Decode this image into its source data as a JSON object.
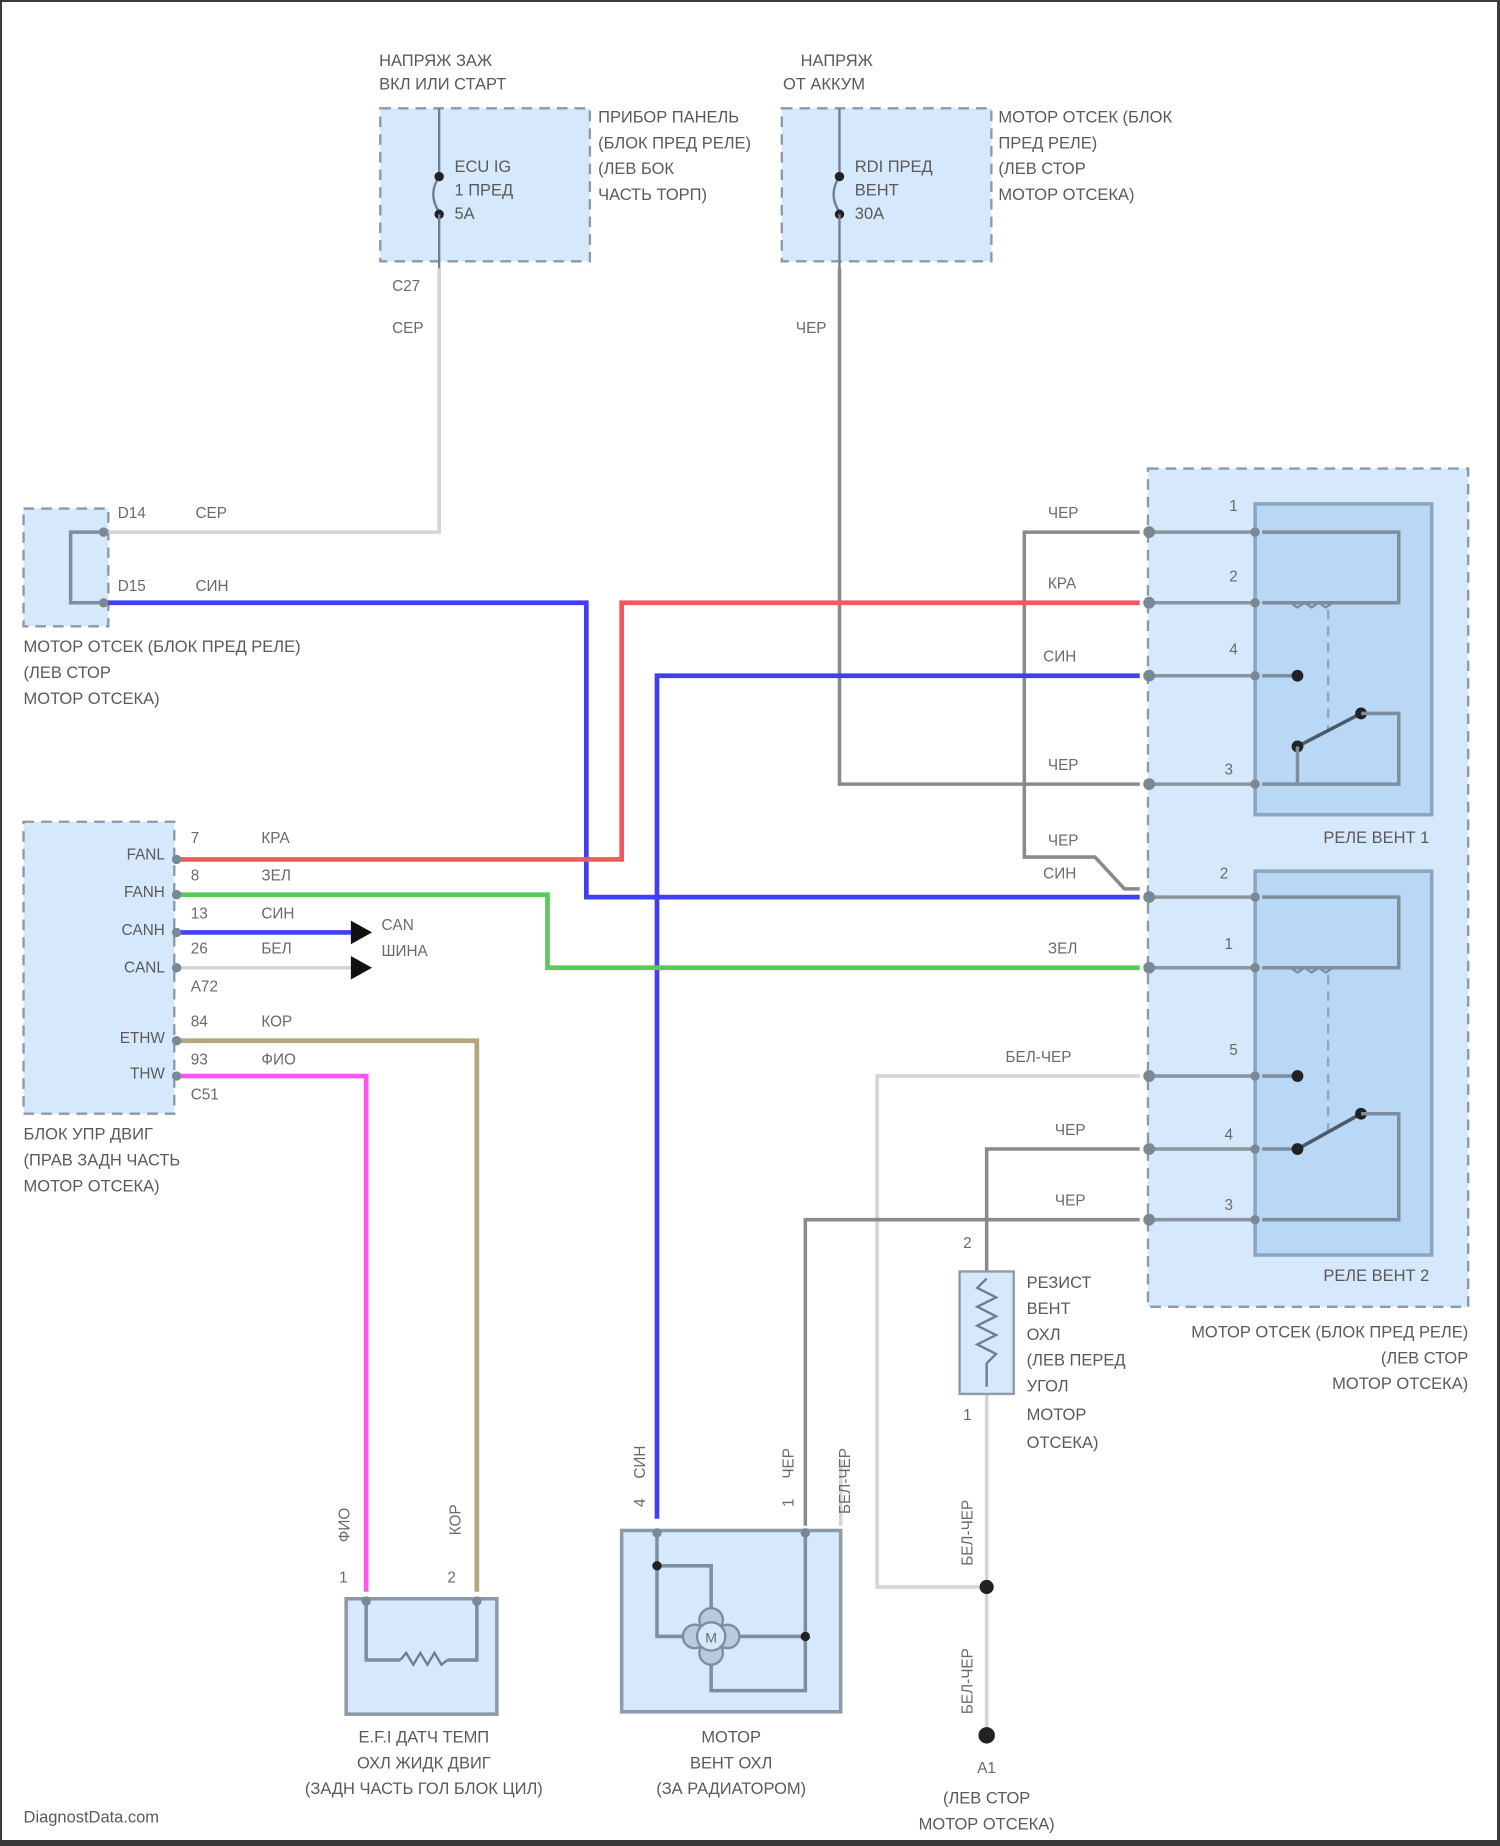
{
  "footer": {
    "watermark": "DiagnostData.com"
  },
  "components": {
    "fuse_ecu": {
      "supply": [
        "НАПРЯЖ ЗАЖ",
        "ВКЛ ИЛИ СТАРТ"
      ],
      "name": [
        "ECU IG",
        "1 ПРЕД",
        "5A"
      ],
      "location": [
        "ПРИБОР ПАНЕЛЬ",
        "(БЛОК ПРЕД РЕЛЕ)",
        "(ЛЕВ БОК",
        "ЧАСТЬ ТОРП)"
      ],
      "connector": "C27",
      "wire_color": "СЕР"
    },
    "fuse_fan": {
      "supply": [
        "НАПРЯЖ",
        "ОТ АККУМ"
      ],
      "name": [
        "RDI ПРЕД",
        "ВЕНТ",
        "30A"
      ],
      "location": [
        "МОТОР ОТСЕК (БЛОК",
        "ПРЕД РЕЛЕ)",
        "(ЛЕВ СТОР",
        "МОТОР ОТСЕКА)"
      ],
      "wire_color": "ЧЕР"
    },
    "relay_block_left": {
      "pins": [
        {
          "id": "D14",
          "wire": "СЕР"
        },
        {
          "id": "D15",
          "wire": "СИН"
        }
      ],
      "location": [
        "МОТОР ОТСЕК (БЛОК ПРЕД РЕЛЕ)",
        "(ЛЕВ СТОР",
        "МОТОР ОТСЕКА)"
      ]
    },
    "ecu": {
      "pins": [
        {
          "signal": "FANL",
          "num": "7",
          "wire": "КРА"
        },
        {
          "signal": "FANH",
          "num": "8",
          "wire": "ЗЕЛ"
        },
        {
          "signal": "CANH",
          "num": "13",
          "wire": "СИН"
        },
        {
          "signal": "CANL",
          "num": "26",
          "wire": "БЕЛ"
        },
        {
          "signal": "ETHW",
          "num": "84",
          "wire": "КОР"
        },
        {
          "signal": "THW",
          "num": "93",
          "wire": "ФИО"
        }
      ],
      "connector_a": "A72",
      "connector_b": "C51",
      "bus_label": [
        "CAN",
        "ШИНА"
      ],
      "location": [
        "БЛОК УПР ДВИГ",
        "(ПРАВ ЗАДН ЧАСТЬ",
        "МОТОР ОТСЕКА)"
      ]
    },
    "relay_block_right": {
      "relay1": {
        "name": "РЕЛЕ ВЕНТ 1",
        "pins": [
          {
            "num": "1",
            "wire": "ЧЕР"
          },
          {
            "num": "2",
            "wire": "КРА"
          },
          {
            "num": "4",
            "wire": "СИН"
          },
          {
            "num": "3",
            "wire": "ЧЕР"
          }
        ]
      },
      "relay2": {
        "name": "РЕЛЕ ВЕНТ 2",
        "pins": [
          {
            "num": "2",
            "wire": "ЧЕР"
          },
          {
            "num": "1",
            "wire": "ЗЕЛ"
          },
          {
            "num": "5",
            "wire": "БЕЛ-ЧЕР"
          },
          {
            "num": "4",
            "wire": "ЧЕР"
          },
          {
            "num": "3",
            "wire": "ЧЕР"
          }
        ],
        "extra_wire": "СИН"
      },
      "location": [
        "МОТОР ОТСЕК (БЛОК ПРЕД РЕЛЕ)",
        "(ЛЕВ СТОР",
        "МОТОР ОТСЕКА)"
      ]
    },
    "resistor": {
      "name": [
        "РЕЗИСТ",
        "ВЕНТ",
        "ОХЛ",
        "(ЛЕВ ПЕРЕД",
        "УГОЛ",
        "МОТОР",
        "ОТСЕКА)"
      ],
      "pin_top": "2",
      "pin_bottom": "1"
    },
    "temp_sensor": {
      "name": [
        "E.F.I ДАТЧ ТЕМП",
        "ОХЛ ЖИДК ДВИГ",
        "(ЗАДН ЧАСТЬ ГОЛ БЛОК ЦИЛ)"
      ],
      "pins": [
        {
          "num": "1",
          "wire": "ФИО"
        },
        {
          "num": "2",
          "wire": "КОР"
        }
      ]
    },
    "fan_motor": {
      "name": [
        "МОТОР",
        "ВЕНТ ОХЛ",
        "(ЗА РАДИАТОРОМ)"
      ],
      "symbol": "M",
      "pins": [
        {
          "num": "4",
          "wire": "СИН"
        },
        {
          "num": "1",
          "wire": "ЧЕР"
        }
      ],
      "extra_wire": "БЕЛ-ЧЕР"
    },
    "ground": {
      "id": "A1",
      "wire_upper": "БЕЛ-ЧЕР",
      "wire_lower": "БЕЛ-ЧЕР",
      "location": [
        "(ЛЕВ СТОР",
        "МОТОР ОТСЕКА)"
      ]
    }
  },
  "wire_colors": {
    "red": "#f15a5a",
    "blue": "#4040f0",
    "green": "#5ac85a",
    "tan": "#b5a77a",
    "pink": "#ff55ee",
    "gray": "#8a8a8a",
    "light_gray": "#d4d4d4"
  }
}
